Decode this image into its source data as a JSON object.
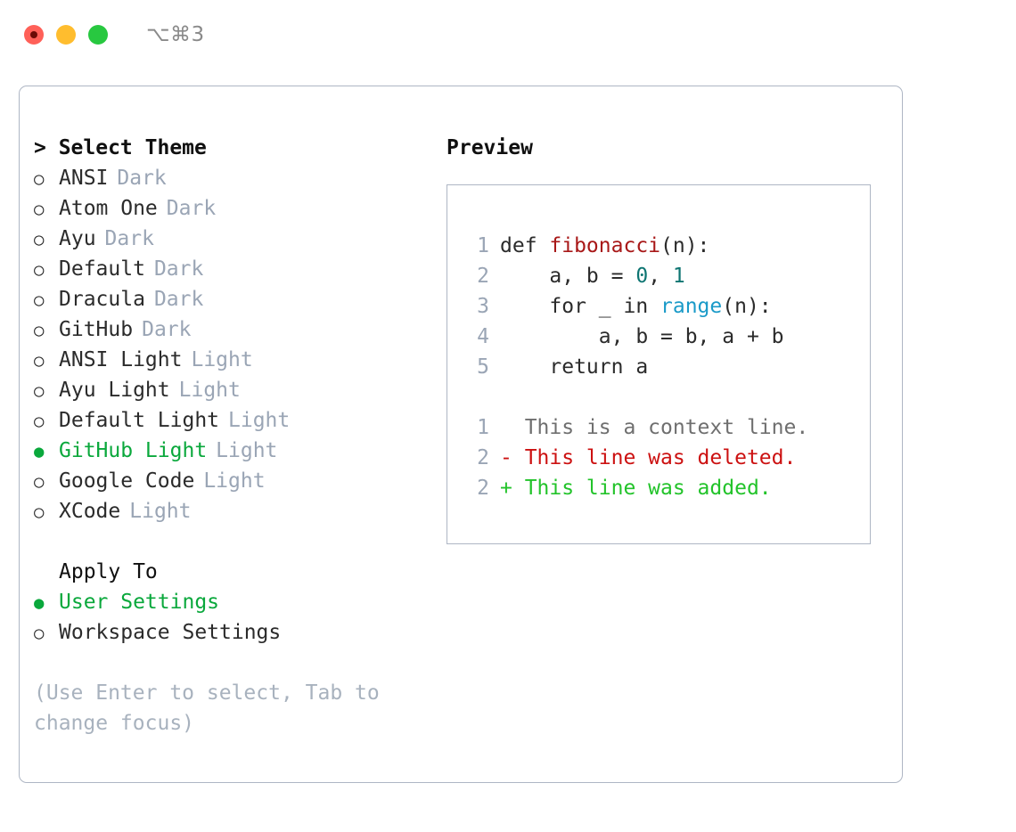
{
  "window": {
    "shortcut": "⌥⌘3",
    "traffic_lights": [
      {
        "name": "close-button",
        "color": "#ff6058"
      },
      {
        "name": "minimize-button",
        "color": "#ffbd2e"
      },
      {
        "name": "maximize-button",
        "color": "#28c840"
      }
    ]
  },
  "theme_picker": {
    "heading": "> Select Theme",
    "markers": {
      "unselected": "○",
      "selected": "●"
    },
    "accent_color": "#0aa83c",
    "tag_color": "#9aa5b5",
    "items": [
      {
        "marker": "○",
        "label": "ANSI",
        "tag": "Dark",
        "selected": false
      },
      {
        "marker": "○",
        "label": "Atom One",
        "tag": "Dark",
        "selected": false
      },
      {
        "marker": "○",
        "label": "Ayu",
        "tag": "Dark",
        "selected": false
      },
      {
        "marker": "○",
        "label": "Default",
        "tag": "Dark",
        "selected": false
      },
      {
        "marker": "○",
        "label": "Dracula",
        "tag": "Dark",
        "selected": false
      },
      {
        "marker": "○",
        "label": "GitHub",
        "tag": "Dark",
        "selected": false
      },
      {
        "marker": "○",
        "label": "ANSI Light",
        "tag": "Light",
        "selected": false
      },
      {
        "marker": "○",
        "label": "Ayu Light",
        "tag": "Light",
        "selected": false
      },
      {
        "marker": "○",
        "label": "Default Light",
        "tag": "Light",
        "selected": false
      },
      {
        "marker": "●",
        "label": "GitHub Light",
        "tag": "Light",
        "selected": true
      },
      {
        "marker": "○",
        "label": "Google Code",
        "tag": "Light",
        "selected": false
      },
      {
        "marker": "○",
        "label": "XCode",
        "tag": "Light",
        "selected": false
      }
    ]
  },
  "apply_to": {
    "heading": "Apply To",
    "items": [
      {
        "marker": "●",
        "label": "User Settings",
        "selected": true
      },
      {
        "marker": "○",
        "label": "Workspace Settings",
        "selected": false
      }
    ]
  },
  "hint": "(Use Enter to select, Tab to change focus)",
  "preview": {
    "title": "Preview",
    "code_lines": [
      {
        "num": "1",
        "indent": "",
        "parts": [
          {
            "text": "def ",
            "style": "plain"
          },
          {
            "text": "fibonacci",
            "style": "fn"
          },
          {
            "text": "(n):",
            "style": "plain"
          }
        ]
      },
      {
        "num": "2",
        "indent": "    ",
        "parts": [
          {
            "text": "a, b = ",
            "style": "plain"
          },
          {
            "text": "0",
            "style": "num"
          },
          {
            "text": ", ",
            "style": "plain"
          },
          {
            "text": "1",
            "style": "num"
          }
        ]
      },
      {
        "num": "3",
        "indent": "    ",
        "parts": [
          {
            "text": "for _ in ",
            "style": "plain"
          },
          {
            "text": "range",
            "style": "call"
          },
          {
            "text": "(n):",
            "style": "plain"
          }
        ]
      },
      {
        "num": "4",
        "indent": "        ",
        "parts": [
          {
            "text": "a, b = b, a + b",
            "style": "plain"
          }
        ]
      },
      {
        "num": "5",
        "indent": "    ",
        "parts": [
          {
            "text": "return a",
            "style": "plain"
          }
        ]
      }
    ],
    "diff_lines": [
      {
        "num": "1",
        "sign": "  ",
        "text": "This is a context line.",
        "kind": "context"
      },
      {
        "num": "2",
        "sign": "- ",
        "text": "This line was deleted.",
        "kind": "deleted"
      },
      {
        "num": "2",
        "sign": "+ ",
        "text": "This line was added.",
        "kind": "added"
      }
    ],
    "colors": {
      "function": "#a81818",
      "number": "#0e7572",
      "call": "#1a9ac8",
      "context": "#6f6f6f",
      "deleted": "#cc1111",
      "added": "#22c32a",
      "line_number": "#9aa5b5",
      "border": "#aeb6c4"
    }
  }
}
